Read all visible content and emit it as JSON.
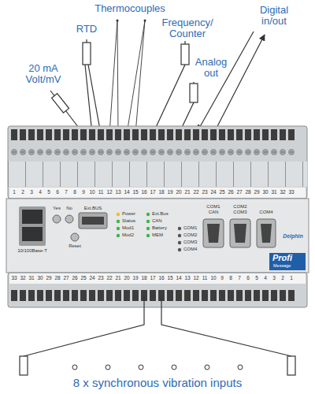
{
  "diagram": {
    "labels": [
      "Thermocouples",
      "Digital in/out",
      "RTD",
      "Frequency/ Counter",
      "20 mA Volt/mV",
      "Analog out",
      "1",
      "2",
      "3",
      "4",
      "5",
      "6",
      "7",
      "8",
      "9",
      "10",
      "11",
      "12",
      "13",
      "14",
      "15",
      "16",
      "17",
      "18",
      "19",
      "20",
      "21",
      "22",
      "23",
      "24",
      "25",
      "26",
      "27",
      "28",
      "29",
      "30",
      "31",
      "32",
      "33",
      "Yes",
      "No",
      "Ext.BUS",
      "10/100Base-T",
      "Reset",
      "Power",
      "Status",
      "Mod1",
      "Mod2",
      "Ext.Bus",
      "CAN",
      "Battery",
      "MEM",
      "COM1",
      "COM2",
      "COM3",
      "COM4",
      "COM1 CAN",
      "COM2 COM3",
      "COM4",
      "Delphin",
      "Profi",
      "Message",
      "33",
      "32",
      "31",
      "30",
      "29",
      "28",
      "27",
      "26",
      "25",
      "24",
      "23",
      "22",
      "21",
      "20",
      "19",
      "18",
      "17",
      "16",
      "15",
      "14",
      "13",
      "12",
      "11",
      "10",
      "9",
      "8",
      "7",
      "6",
      "5",
      "4",
      "3",
      "2",
      "1",
      "8 x synchronous vibration inputs"
    ]
  }
}
